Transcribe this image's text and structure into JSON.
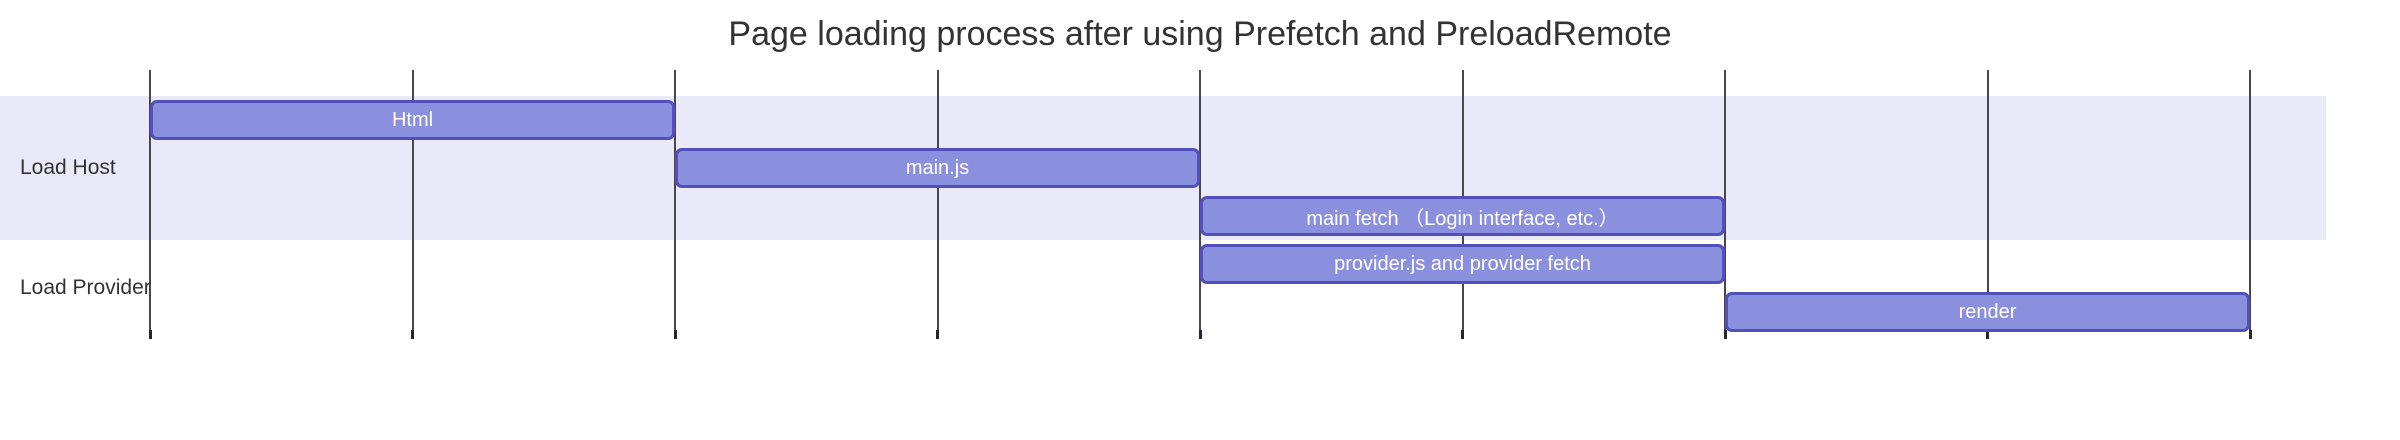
{
  "title": "Page loading process after using Prefetch and PreloadRemote",
  "colors": {
    "title_text": "#333333",
    "section_label_text": "#333333",
    "task_fill": "#8a90dd",
    "task_border": "#534fbc",
    "task_text": "#ffffff",
    "section_band": "#e9e9f8",
    "grid_line": "#47474f",
    "axis_tick": "#26262b",
    "background": "#ffffff"
  },
  "chart_data": {
    "type": "gantt",
    "title": "Page loading process after using Prefetch and PreloadRemote",
    "axis": {
      "min": 0,
      "max": 8,
      "gridline_count": 9,
      "tick_labels_visible": false,
      "grid_on": true
    },
    "sections": [
      {
        "label": "Load Host",
        "tasks": [
          {
            "label": "Html",
            "start": 0,
            "end": 2
          },
          {
            "label": "main.js",
            "start": 2,
            "end": 4
          },
          {
            "label": "main fetch （Login interface, etc.）",
            "start": 4,
            "end": 6
          }
        ]
      },
      {
        "label": "Load Provider",
        "tasks": [
          {
            "label": "provider.js and provider fetch",
            "start": 4,
            "end": 6
          },
          {
            "label": "render",
            "start": 6,
            "end": 8
          }
        ]
      }
    ]
  }
}
